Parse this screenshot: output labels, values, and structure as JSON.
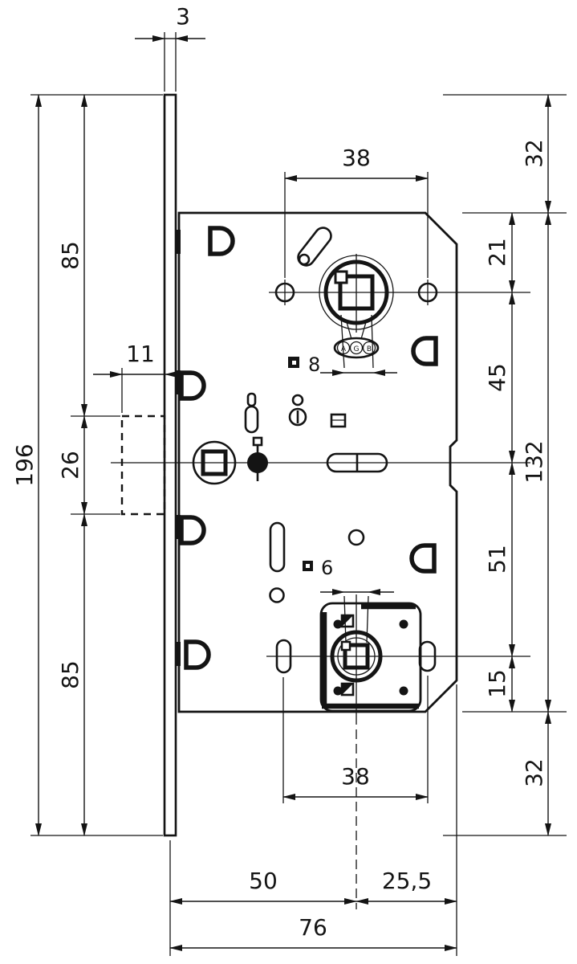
{
  "diagram": {
    "title": "mortise-lock-dimension-drawing",
    "brand": "AGB",
    "dims": {
      "faceplate_thickness": "3",
      "handle_holes_spacing_top": "38",
      "top_offset_right": "32",
      "upper_left": "85",
      "hub_offset_from_top": "21",
      "latch_projection": "11",
      "hub_to_center": "45",
      "latch_height": "26",
      "faceplate_length": "196",
      "body_height": "132",
      "center_to_cylinder": "51",
      "cylinder_to_bottom": "15",
      "cylinder_holes_spacing_bottom": "38",
      "bottom_offset_right": "32",
      "backset": "50",
      "center_to_back": "25,5",
      "body_depth": "76",
      "spindle_square_top": "8",
      "spindle_square_bottom": "6"
    }
  }
}
